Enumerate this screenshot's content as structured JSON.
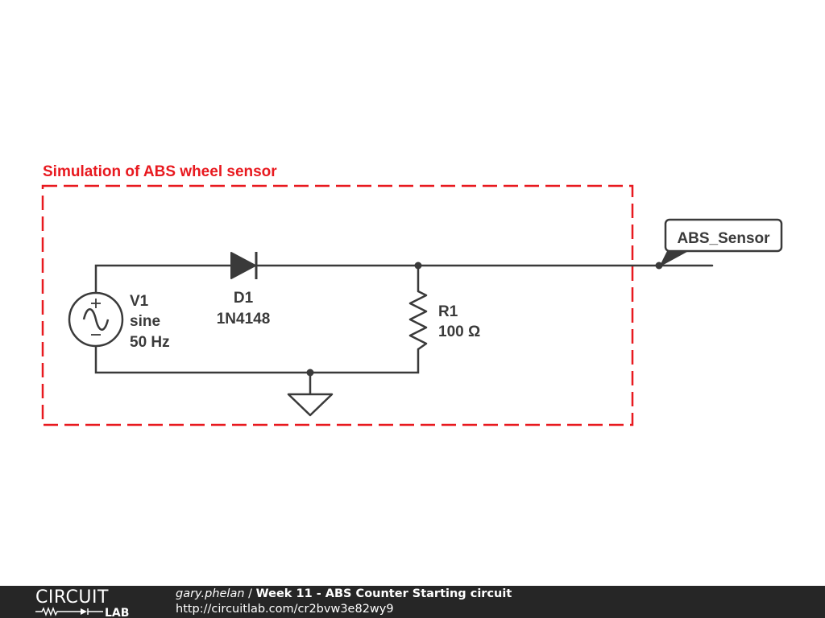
{
  "diagram": {
    "group_label": "Simulation of ABS wheel sensor",
    "components": {
      "v1": {
        "name": "V1",
        "type": "sine",
        "value": "50 Hz"
      },
      "d1": {
        "name": "D1",
        "part": "1N4148"
      },
      "r1": {
        "name": "R1",
        "value": "100 Ω"
      }
    },
    "net_label": "ABS_Sensor",
    "colors": {
      "wire": "#3a3a3a",
      "group_box": "#e8191f"
    }
  },
  "footer": {
    "logo_top": "CIRCUIT",
    "logo_bottom": "LAB",
    "author": "gary.phelan",
    "separator": "/",
    "title": "Week 11 - ABS Counter Starting circuit",
    "url": "http://circuitlab.com/cr2bvw3e82wy9"
  }
}
